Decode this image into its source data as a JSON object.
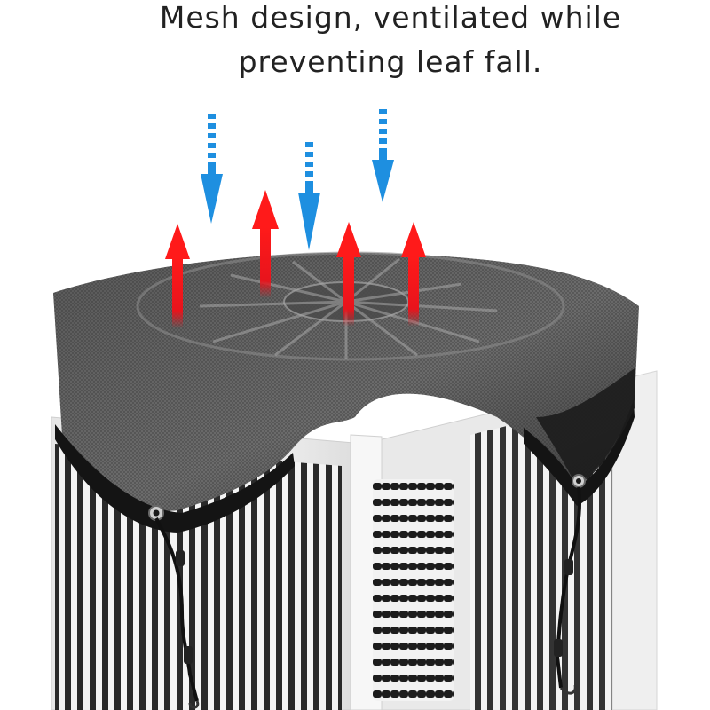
{
  "caption": {
    "line1": "Mesh design, ventilated while",
    "line2": "preventing leaf fall."
  },
  "colors": {
    "cold_air_arrow": "#1e8fe0",
    "hot_air_arrow": "#e8141c",
    "mesh_cover": "#3b3b3b",
    "unit_body": "#f2f2f2",
    "grille_slats": "#2a2a2a",
    "background": "#ffffff"
  },
  "illustration": {
    "subject": "air-conditioner-unit-with-mesh-top-cover",
    "airflow": {
      "cool_air_in_count": 3,
      "hot_air_out_count": 4
    },
    "fasteners": [
      "grommet-bungee-left",
      "grommet-bungee-right"
    ]
  }
}
